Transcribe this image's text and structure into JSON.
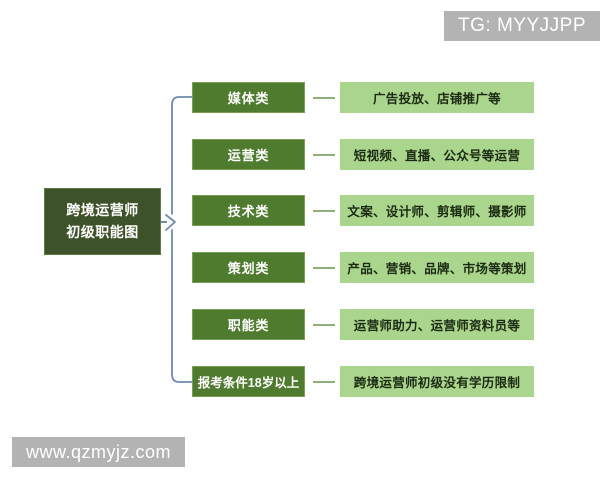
{
  "watermarks": {
    "top_right": "TG: MYYJJPP",
    "bottom_left": "www.qzmyjz.com"
  },
  "diagram": {
    "type": "tree",
    "root": {
      "line1": "跨境运营师",
      "line2": "初级职能图"
    },
    "branches": [
      {
        "label": "媒体类",
        "detail": "广告投放、店铺推广等"
      },
      {
        "label": "运营类",
        "detail": "短视频、直播、公众号等运营"
      },
      {
        "label": "技术类",
        "detail": "文案、设计师、剪辑师、摄影师"
      },
      {
        "label": "策划类",
        "detail": "产品、营销、品牌、市场等策划"
      },
      {
        "label": "职能类",
        "detail": "运营师助力、运营师资料员等"
      },
      {
        "label": "报考条件18岁以上",
        "detail": "跨境运营师初级没有学历限制"
      }
    ]
  },
  "colors": {
    "root_fill": "#3e5229",
    "branch_fill": "#4e7b2d",
    "detail_fill": "#a9d58c",
    "connector": "#6e8bb0",
    "watermark_bg": "#b3b3b3",
    "page_bg": "#ffffff"
  }
}
